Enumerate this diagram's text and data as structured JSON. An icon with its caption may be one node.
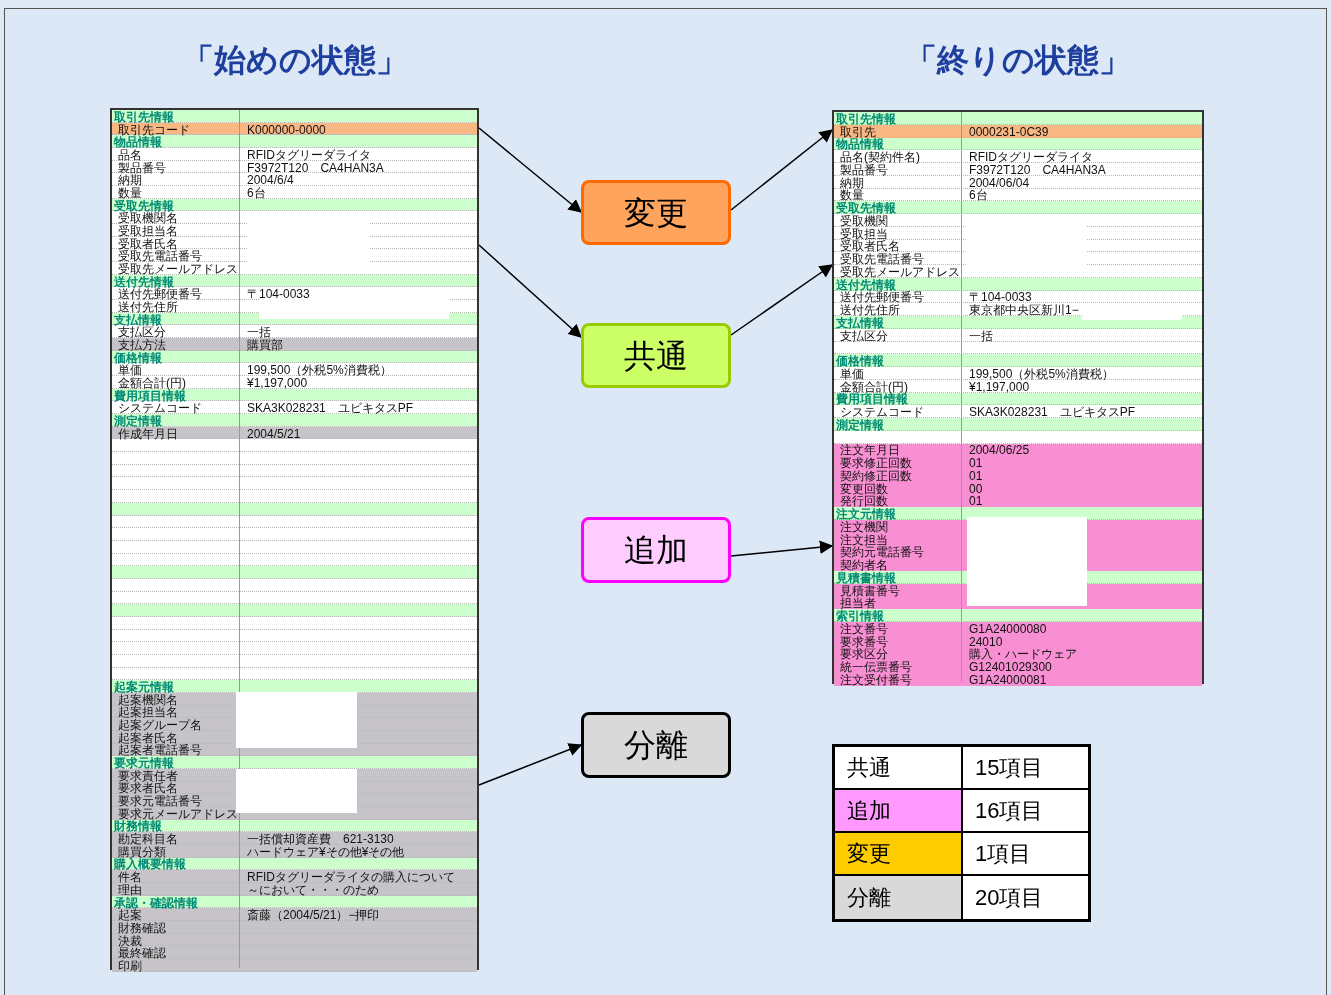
{
  "diagram": {
    "nodes": [
      {
        "text": [
          "「始めの状態」"
        ]
      },
      {
        "text": [
          "「終りの状態」"
        ]
      },
      {
        "text": [
          "変更"
        ]
      },
      {
        "text": [
          "共通"
        ]
      },
      {
        "text": [
          "追加"
        ]
      },
      {
        "text": [
          "分離"
        ]
      }
    ],
    "edges": [
      {
        "from": 0,
        "to": 2,
        "arrow": "to"
      },
      {
        "from": 0,
        "to": 3,
        "arrow": "to"
      },
      {
        "from": 2,
        "to": 1,
        "arrow": "to"
      },
      {
        "from": 3,
        "to": 1,
        "arrow": "to"
      },
      {
        "from": 4,
        "to": 1,
        "arrow": "to"
      },
      {
        "from": 0,
        "to": 5,
        "arrow": "to"
      }
    ],
    "labels": [
      "取引先情報",
      "取引先コード",
      "K000000-0000",
      "物品情報",
      "品名",
      "RFIDタグリーダライタ",
      "製品番号",
      "F3972T120　CA4HAN3A",
      "納期",
      "2004/6/4",
      "数量",
      "6台",
      "受取先情報",
      "受取機関名",
      "受取担当名",
      "受取者氏名",
      "受取先電話番号",
      "受取先メールアドレス",
      "送付先情報",
      "送付先郵便番号",
      "〒104-0033",
      "送付先住所",
      "支払情報",
      "支払区分",
      "一括",
      "支払方法",
      "購買部",
      "価格情報",
      "単価",
      "199,500（外税5%消費税）",
      "金額合計(円)",
      "¥1,197,000",
      "費用項目情報",
      "システムコード",
      "SKA3K028231　ユビキタスPF",
      "測定情報",
      "作成年月日",
      "2004/5/21",
      "起案元情報",
      "起案機関名",
      "起案担当名",
      "起案グループ名",
      "起案者氏名",
      "起案者電話番号",
      "要求元情報",
      "要求責任者",
      "要求者氏名",
      "要求元電話番号",
      "要求元メールアドレス",
      "財務情報",
      "勘定科目名",
      "一括償却資産費　621-3130",
      "購買分類",
      "ハードウェア¥その他¥その他",
      "購入概要情報",
      "件名",
      "RFIDタグリーダライタの購入について",
      "理由",
      "～において・・・のため",
      "承認・確認情報",
      "起案",
      "斎藤（2004/5/21）−押印",
      "財務確認",
      "決裁",
      "最終確認",
      "印刷",
      "取引先情報",
      "取引先",
      "0000231-0C39",
      "物品情報",
      "品名(契約件名)",
      "RFIDタグリーダライタ",
      "製品番号",
      "F3972T120　CA4HAN3A",
      "納期",
      "2004/06/04",
      "数量",
      "6台",
      "受取先情報",
      "受取機関",
      "受取担当",
      "受取者氏名",
      "受取先電話番号",
      "受取先メールアドレス",
      "送付先情報",
      "送付先郵便番号",
      "〒104-0033",
      "送付先住所",
      "東京都中央区新川1−",
      "支払情報",
      "支払区分",
      "一括",
      "価格情報",
      "単価",
      "199,500（外税5%消費税）",
      "金額合計(円)",
      "¥1,197,000",
      "費用項目情報",
      "システムコード",
      "SKA3K028231　ユビキタスPF",
      "測定情報",
      "注文年月日",
      "2004/06/25",
      "要求修正回数",
      "01",
      "契約修正回数",
      "01",
      "変更回数",
      "00",
      "発行回数",
      "01",
      "注文元情報",
      "注文機関",
      "注文担当",
      "契約元電話番号",
      "契約者名",
      "見積書情報",
      "見積書番号",
      "担当者",
      "索引情報",
      "注文番号",
      "G1A24000080",
      "要求番号",
      "24010",
      "要求区分",
      "購入・ハードウェア",
      "統一伝票番号",
      "G12401029300",
      "注文受付番号",
      "G1A24000081",
      "共通",
      "15項目",
      "追加",
      "16項目",
      "変更",
      "1項目",
      "分離",
      "20項目"
    ]
  }
}
